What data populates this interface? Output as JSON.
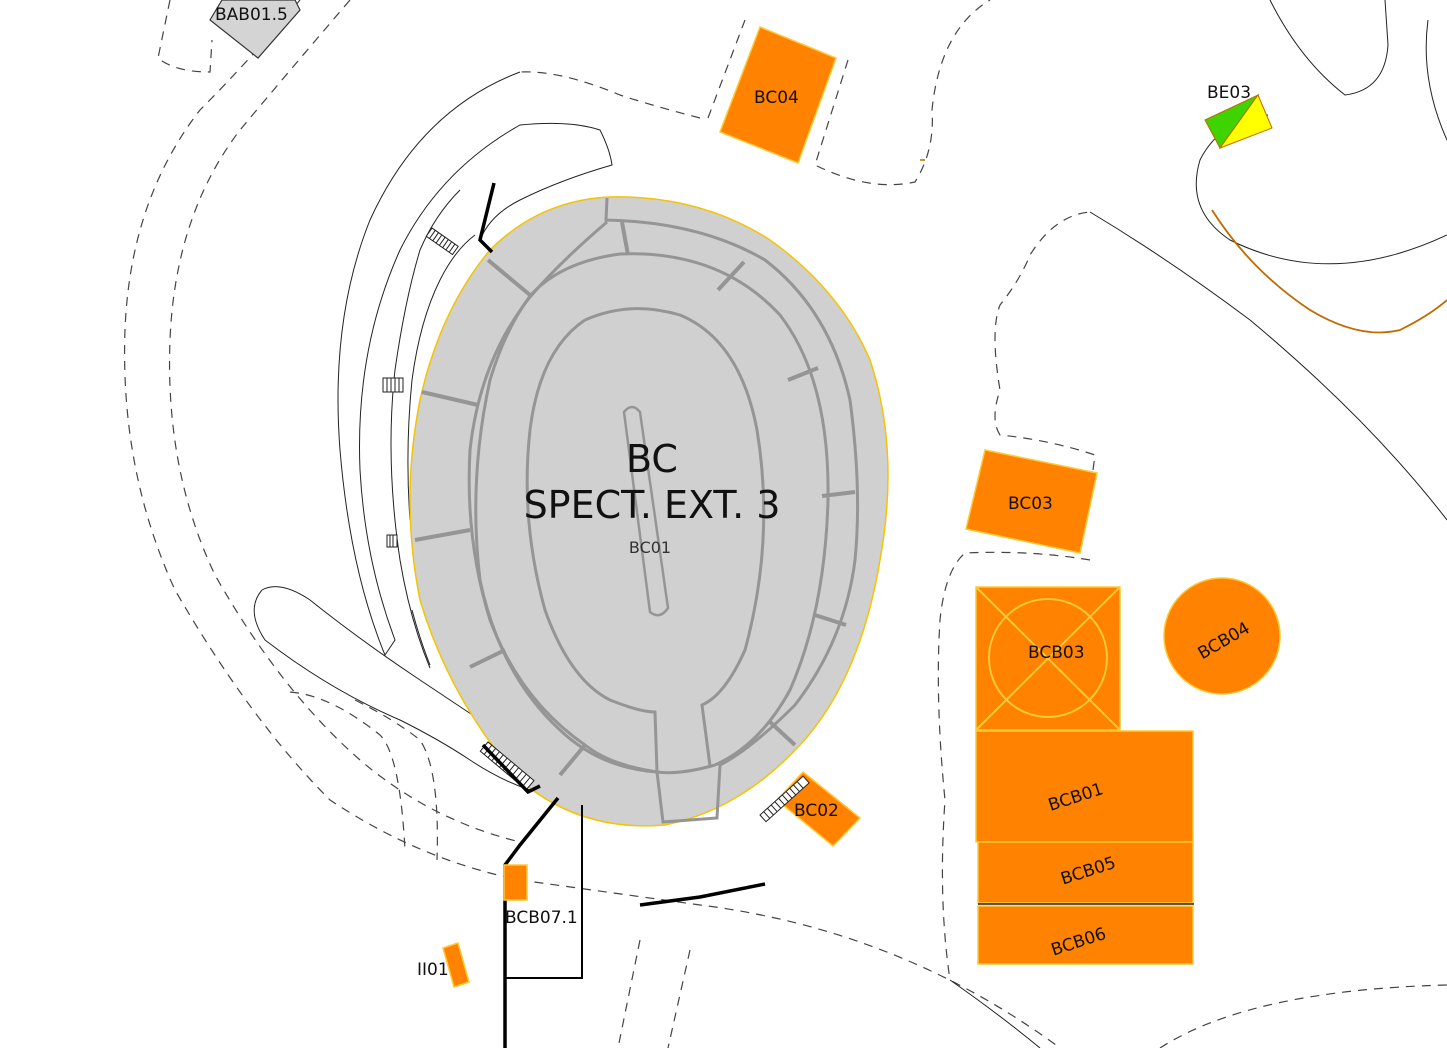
{
  "map": {
    "main_label_line1": "BC",
    "main_label_line2": "SPECT. EXT. 3",
    "labels": {
      "bab015": "BAB01.5",
      "bc04": "BC04",
      "be03": "BE03",
      "bc01": "BC01",
      "bc03": "BC03",
      "bcb03": "BCB03",
      "bcb04": "BCB04",
      "bcb01": "BCB01",
      "bcb05": "BCB05",
      "bcb06": "BCB06",
      "bc02": "BC02",
      "bcb071": "BCB07.1",
      "ii01": "II01"
    },
    "colors": {
      "building_fill": "#ff8200",
      "building_outline": "#ffc836",
      "stadium_fill": "#d0d0d0",
      "stadium_outline": "#f5c400",
      "be03_green": "#3fd400",
      "be03_yellow": "#ffff00",
      "track_brown": "#c06a00",
      "gray_building": "#d4d4d4"
    }
  }
}
